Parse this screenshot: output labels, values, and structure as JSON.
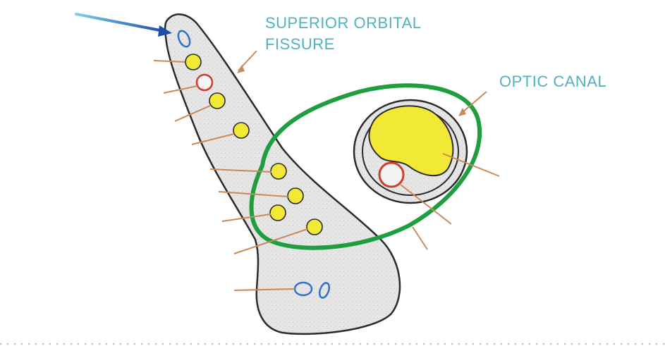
{
  "labels": {
    "superior_orbital_fissure": [
      "SUPERIOR ORBITAL",
      "FISSURE"
    ],
    "optic_canal": "OPTIC CANAL"
  },
  "colors": {
    "label_text": "#4fb3bf",
    "outline": "#2a2a2a",
    "fill": "#e4e4e4",
    "green_ring": "#1f9e3f",
    "yellow_structure": "#f2e936",
    "red_structure": "#d23a2a",
    "blue_structure": "#2f73c8",
    "leader_lines": "#c98a5a",
    "pointer_arrow": "#1e4fa8"
  },
  "icons": {
    "pointer": "arrow-icon"
  }
}
